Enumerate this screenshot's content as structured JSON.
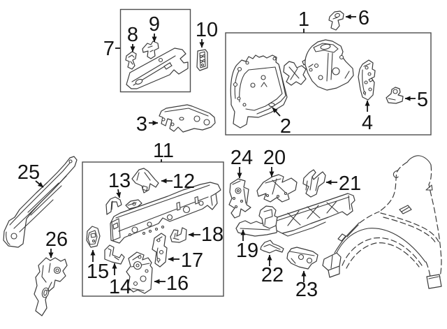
{
  "diagram": {
    "kind": "exploded-parts-diagram",
    "background_color": "#ffffff",
    "line_color": "#3a3a3a",
    "label_color": "#141414",
    "callouts": [
      {
        "number": "1"
      },
      {
        "number": "2"
      },
      {
        "number": "3"
      },
      {
        "number": "4"
      },
      {
        "number": "5"
      },
      {
        "number": "6"
      },
      {
        "number": "7"
      },
      {
        "number": "8"
      },
      {
        "number": "9"
      },
      {
        "number": "10"
      },
      {
        "number": "11"
      },
      {
        "number": "12"
      },
      {
        "number": "13"
      },
      {
        "number": "14"
      },
      {
        "number": "15"
      },
      {
        "number": "16"
      },
      {
        "number": "17"
      },
      {
        "number": "18"
      },
      {
        "number": "19"
      },
      {
        "number": "20"
      },
      {
        "number": "21"
      },
      {
        "number": "22"
      },
      {
        "number": "23"
      },
      {
        "number": "24"
      },
      {
        "number": "25"
      },
      {
        "number": "26"
      }
    ]
  }
}
